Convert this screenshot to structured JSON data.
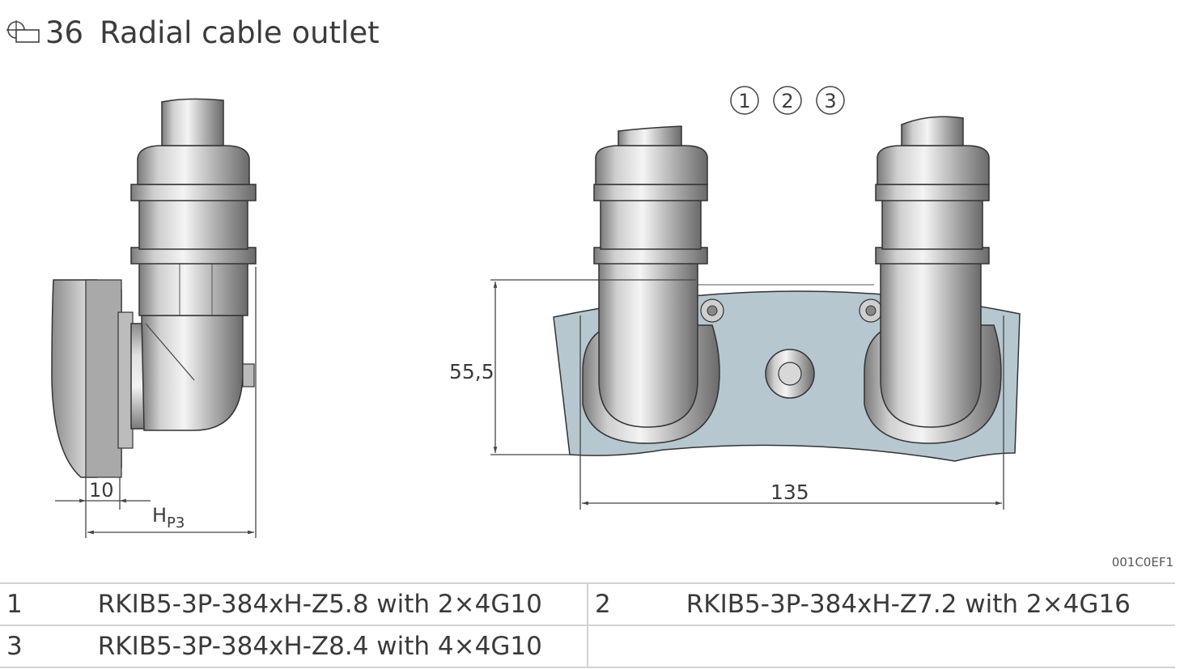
{
  "figure": {
    "number": "36",
    "title": "Radial cable outlet"
  },
  "callouts": [
    "1",
    "2",
    "3"
  ],
  "dimensions": {
    "side_offset": "10",
    "side_height_main": "H",
    "side_height_sub": "P3",
    "front_height": "55,5",
    "front_width": "135"
  },
  "doc_code": "001C0EF1",
  "legend": [
    {
      "num": "1",
      "text": "RKIB5-3P-384xH-Z5.8 with 2×4G10"
    },
    {
      "num": "2",
      "text": "RKIB5-3P-384xH-Z7.2 with 2×4G16"
    },
    {
      "num": "3",
      "text": "RKIB5-3P-384xH-Z8.4 with 4×4G10"
    }
  ]
}
